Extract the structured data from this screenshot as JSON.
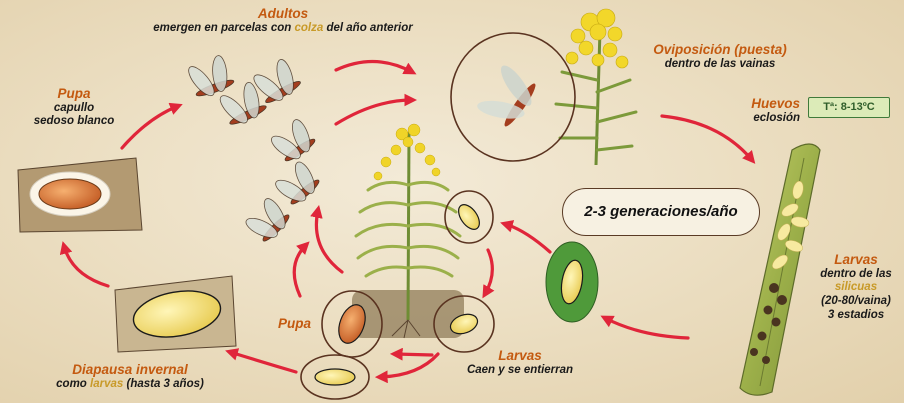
{
  "labels": {
    "adultos_title": "Adultos",
    "adultos_pre": "emergen en parcelas con ",
    "adultos_hl": "colza",
    "adultos_post": " del año anterior",
    "ovipos_title": "Oviposición (puesta)",
    "ovipos_sub": "dentro de las vainas",
    "huevos_title": "Huevos",
    "huevos_sub": "eclosión",
    "temp": "Tª: 8-13ºC",
    "gen": "2-3 generaciones/año",
    "larvas_r_title": "Larvas",
    "larvas_r_sub1": "dentro de las",
    "larvas_r_hl": "silicuas",
    "larvas_r_sub2": "(20-80/vaina)",
    "larvas_r_sub3": "3 estadios",
    "larvas_b_title": "Larvas",
    "larvas_b_sub": "Caen y se entierran",
    "pupa_c_title": "Pupa",
    "pupa_l_title": "Pupa",
    "pupa_l_sub1": "capullo",
    "pupa_l_sub2": "sedoso blanco",
    "diap_title": "Diapausa invernal",
    "diap_pre": "como ",
    "diap_hl": "larvas",
    "diap_post": " (hasta 3 años)"
  },
  "colors": {
    "title": "#c45a10",
    "highlight": "#c89a28",
    "arrow": "#e0253a",
    "circle": "#5a3320",
    "temp_border": "#3f7a3a"
  }
}
